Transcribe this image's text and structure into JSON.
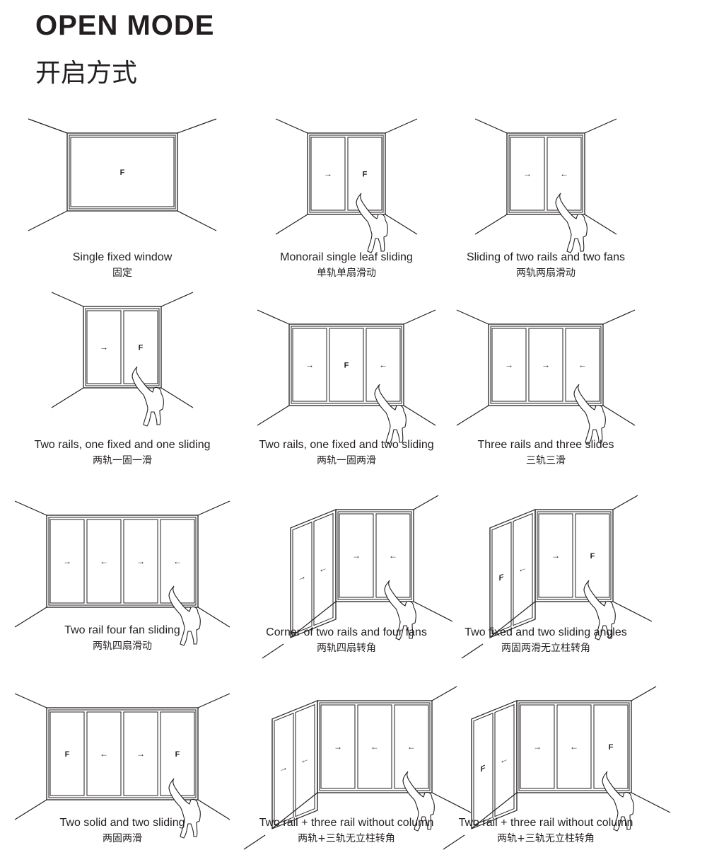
{
  "header": {
    "title_en": "OPEN MODE",
    "title_zh": "开启方式"
  },
  "items": [
    {
      "title_en": "Single fixed window",
      "title_zh": "固定",
      "left_panes": [],
      "panes": [
        "F"
      ],
      "person": false
    },
    {
      "title_en": "Monorail single leaf sliding",
      "title_zh": "单轨单扇滑动",
      "left_panes": [],
      "panes": [
        "→",
        "F"
      ],
      "person": true
    },
    {
      "title_en": "Sliding of two rails and two fans",
      "title_zh": "两轨两扇滑动",
      "left_panes": [],
      "panes": [
        "→",
        "←"
      ],
      "person": true
    },
    {
      "title_en": "Two rails, one fixed and one sliding",
      "title_zh": "两轨一固一滑",
      "left_panes": [],
      "panes": [
        "→",
        "F"
      ],
      "person": true
    },
    {
      "title_en": "Two rails, one fixed and two sliding",
      "title_zh": "两轨一固两滑",
      "left_panes": [],
      "panes": [
        "→",
        "F",
        "←"
      ],
      "person": true
    },
    {
      "title_en": "Three rails and three slides",
      "title_zh": "三轨三滑",
      "left_panes": [],
      "panes": [
        "→",
        "→",
        "←"
      ],
      "person": true
    },
    {
      "title_en": "Two rail four fan sliding",
      "title_zh": "两轨四扇滑动",
      "left_panes": [],
      "panes": [
        "→",
        "←",
        "→",
        "←"
      ],
      "person": true
    },
    {
      "title_en": "Corner of two rails and four fans",
      "title_zh": "两轨四扇转角",
      "left_panes": [
        "→",
        "←"
      ],
      "panes": [
        "→",
        "←"
      ],
      "person": true
    },
    {
      "title_en": "Two fixed and two sliding angles",
      "title_zh": "两固两滑无立柱转角",
      "left_panes": [
        "F",
        "←"
      ],
      "panes": [
        "→",
        "F"
      ],
      "person": true
    },
    {
      "title_en": "Two solid and two sliding",
      "title_zh": "两固两滑",
      "left_panes": [],
      "panes": [
        "F",
        "←",
        "→",
        "F"
      ],
      "person": true
    },
    {
      "title_en": "Two rail + three rail without column",
      "title_zh": "两轨+三轨无立柱转角",
      "left_panes": [
        "→",
        "←"
      ],
      "panes": [
        "→",
        "←",
        "←"
      ],
      "person": true
    },
    {
      "title_en": "Two rail + three rail without column",
      "title_zh": "两轨+三轨无立柱转角",
      "left_panes": [
        "F",
        "←"
      ],
      "panes": [
        "→",
        "←",
        "F"
      ],
      "person": true
    }
  ],
  "colors": {
    "line": "#231f20",
    "background": "#ffffff"
  }
}
